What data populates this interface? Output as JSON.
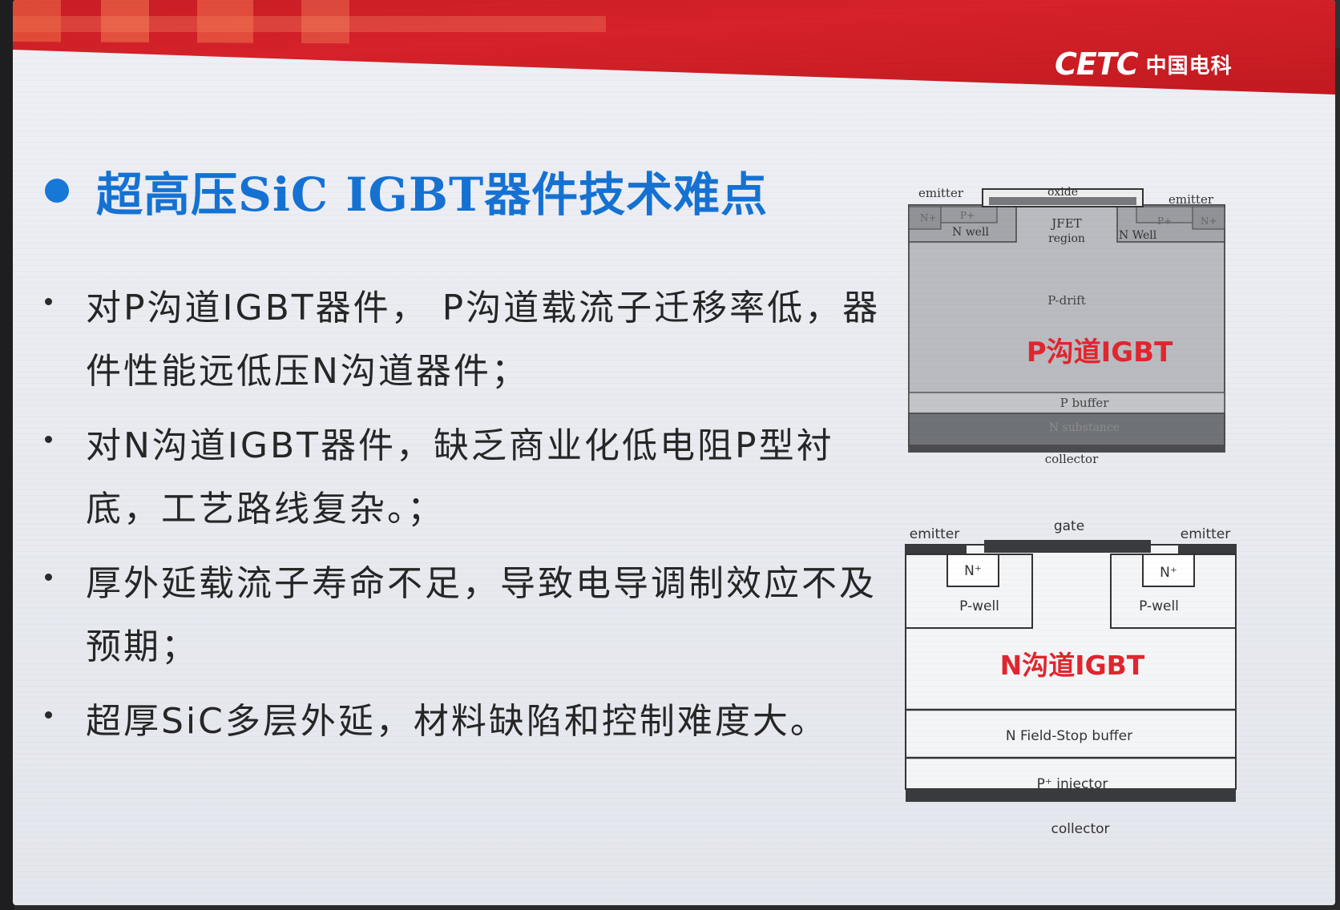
{
  "slide": {
    "logo": {
      "mark": "CETC",
      "name_cn": "中国电科"
    },
    "title": "超高压SiC IGBT器件技术难点",
    "bullets": [
      "对P沟道IGBT器件， P沟道载流子迁移率低，器件性能远低压N沟道器件；",
      "对N沟道IGBT器件，缺乏商业化低电阻P型衬底，工艺路线复杂。；",
      "厚外延载流子寿命不足，导致电导调制效应不及预期；",
      "超厚SiC多层外延，材料缺陷和控制难度大。"
    ]
  },
  "p_diagram": {
    "emitter_left": "emitter",
    "oxide": "oxide",
    "emitter_right": "emitter",
    "n_plus_left": "N+",
    "p_plus_left": "P+",
    "n_well_left": "N well",
    "jfet": "JFET",
    "region": "region",
    "p_plus_right": "P+",
    "n_plus_right": "N+",
    "n_well_right": "N Well",
    "p_drift": "P-drift",
    "label": "P沟道IGBT",
    "p_buffer": "P buffer",
    "n_substance": "N substance",
    "collector": "collector"
  },
  "n_diagram": {
    "gate": "gate",
    "emitter_left": "emitter",
    "emitter_right": "emitter",
    "n_plus_left": "N⁺",
    "n_plus_right": "N⁺",
    "p_well_left": "P-well",
    "p_well_right": "P-well",
    "label": "N沟道IGBT",
    "field_stop": "N Field-Stop buffer",
    "injector": "P⁺ injector",
    "collector": "collector"
  },
  "colors": {
    "header_red": "#c91d25",
    "title_blue": "#1572d3",
    "channel_label_red": "#e0262e"
  }
}
